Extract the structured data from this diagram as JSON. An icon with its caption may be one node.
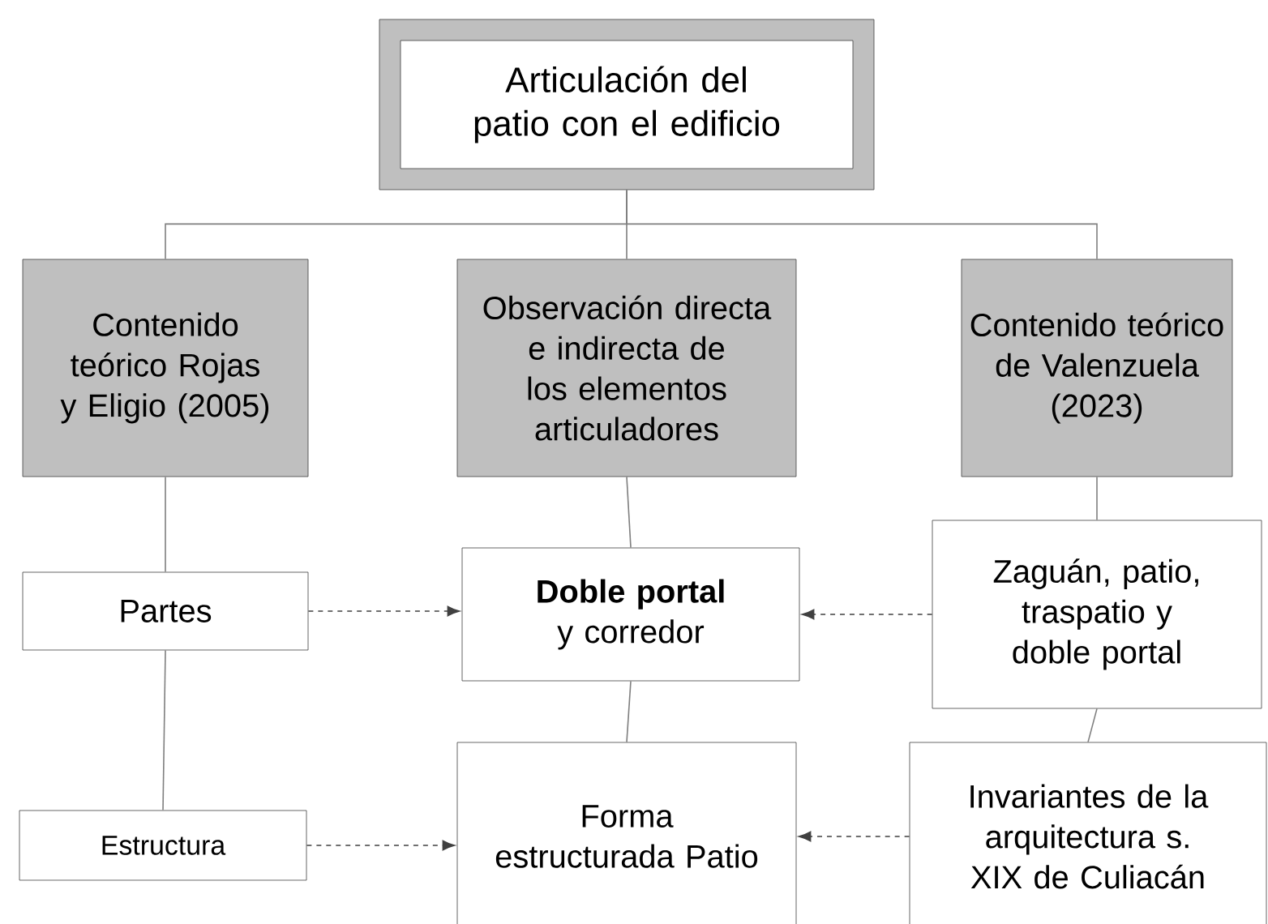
{
  "diagram": {
    "nodes": [
      {
        "text": [
          "Articulación del patio con el edificio"
        ]
      },
      {
        "text": [
          "Contenido teórico Rojas y Eligio (2005)"
        ]
      },
      {
        "text": [
          "Observación directa e indirecta de los elementos articuladores"
        ]
      },
      {
        "text": [
          "Contenido teórico de Valenzuela (2023)"
        ]
      },
      {
        "text": [
          "Partes"
        ]
      },
      {
        "text": [
          "**Doble portal** y corredor"
        ]
      },
      {
        "text": [
          "Zaguán, patio, traspatio y doble portal"
        ]
      },
      {
        "text": [
          "Estructura"
        ]
      },
      {
        "text": [
          "Forma estructurada Patio"
        ]
      },
      {
        "text": [
          "Invariantes de la arquitectura s. XIX de Culiacán"
        ]
      }
    ],
    "edges": [
      {
        "from": 0,
        "to": 1,
        "arrow": "none"
      },
      {
        "from": 0,
        "to": 2,
        "arrow": "none"
      },
      {
        "from": 0,
        "to": 3,
        "arrow": "none"
      },
      {
        "from": 1,
        "to": 4,
        "arrow": "none"
      },
      {
        "from": 4,
        "to": 7,
        "arrow": "none"
      },
      {
        "from": 2,
        "to": 5,
        "arrow": "none"
      },
      {
        "from": 5,
        "to": 8,
        "arrow": "none"
      },
      {
        "from": 3,
        "to": 6,
        "arrow": "none"
      },
      {
        "from": 6,
        "to": 9,
        "arrow": "none"
      },
      {
        "from": 4,
        "to": 5,
        "arrow": "to",
        "style": "dashed"
      },
      {
        "from": 6,
        "to": 5,
        "arrow": "to",
        "style": "dashed"
      },
      {
        "from": 7,
        "to": 8,
        "arrow": "to",
        "style": "dashed"
      },
      {
        "from": 9,
        "to": 8,
        "arrow": "to",
        "style": "dashed"
      }
    ]
  }
}
